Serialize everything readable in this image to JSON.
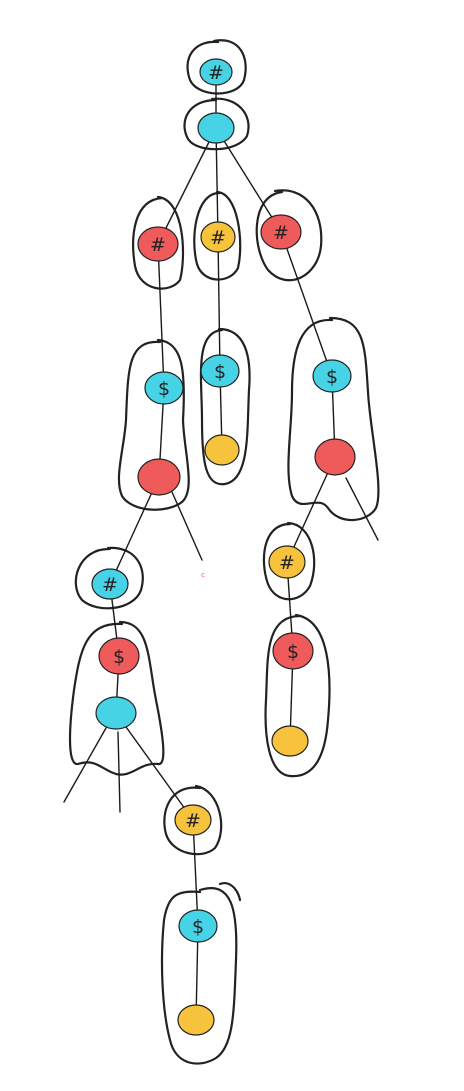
{
  "colors": {
    "cyan": "#46d3e6",
    "red": "#ef5a5a",
    "yellow": "#f7c23c",
    "line": "#1a1a1a",
    "background": "#ffffff"
  },
  "symbols": {
    "hash": "#",
    "dollar": "$"
  },
  "nodes": [
    {
      "id": "n1",
      "color": "cyan",
      "label": "#"
    },
    {
      "id": "n2",
      "color": "cyan",
      "label": ""
    },
    {
      "id": "n3",
      "color": "red",
      "label": "#"
    },
    {
      "id": "n4",
      "color": "yellow",
      "label": "#"
    },
    {
      "id": "n5",
      "color": "red",
      "label": "#"
    },
    {
      "id": "n6",
      "color": "cyan",
      "label": "$"
    },
    {
      "id": "n7",
      "color": "cyan",
      "label": "$"
    },
    {
      "id": "n8",
      "color": "cyan",
      "label": "$"
    },
    {
      "id": "n9",
      "color": "yellow",
      "label": ""
    },
    {
      "id": "n10",
      "color": "red",
      "label": ""
    },
    {
      "id": "n11",
      "color": "red",
      "label": ""
    },
    {
      "id": "n12",
      "color": "cyan",
      "label": "#"
    },
    {
      "id": "n13",
      "color": "yellow",
      "label": "#"
    },
    {
      "id": "n14",
      "color": "red",
      "label": "$"
    },
    {
      "id": "n15",
      "color": "red",
      "label": "$"
    },
    {
      "id": "n16",
      "color": "cyan",
      "label": ""
    },
    {
      "id": "n17",
      "color": "yellow",
      "label": ""
    },
    {
      "id": "n18",
      "color": "yellow",
      "label": "#"
    },
    {
      "id": "n19",
      "color": "cyan",
      "label": "$"
    },
    {
      "id": "n20",
      "color": "yellow",
      "label": ""
    }
  ],
  "edges": [
    [
      "n1",
      "n2"
    ],
    [
      "n2",
      "n3"
    ],
    [
      "n2",
      "n4"
    ],
    [
      "n2",
      "n5"
    ],
    [
      "n3",
      "n6"
    ],
    [
      "n4",
      "n7"
    ],
    [
      "n5",
      "n8"
    ],
    [
      "n6",
      "n10"
    ],
    [
      "n7",
      "n9"
    ],
    [
      "n8",
      "n11"
    ],
    [
      "n10",
      "n12"
    ],
    [
      "n11",
      "n13"
    ],
    [
      "n12",
      "n14"
    ],
    [
      "n13",
      "n15"
    ],
    [
      "n14",
      "n16"
    ],
    [
      "n15",
      "n17"
    ],
    [
      "n16",
      "n18"
    ],
    [
      "n18",
      "n19"
    ],
    [
      "n19",
      "n20"
    ]
  ],
  "stray_mark": {
    "label": "c",
    "color": "red"
  }
}
